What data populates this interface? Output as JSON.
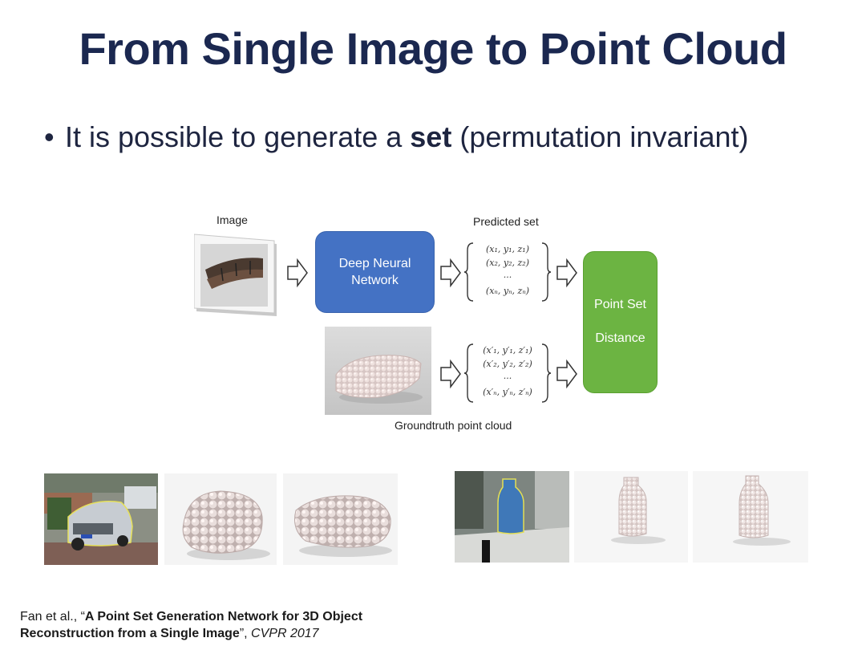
{
  "slide": {
    "title": "From Single Image to Point Cloud",
    "bullet_prefix": "It is possible to generate a",
    "bullet_bold": "set",
    "bullet_suffix": "(permutation invariant)"
  },
  "diagram": {
    "image_label": "Image",
    "dnn_line1": "Deep Neural",
    "dnn_line2": "Network",
    "predicted_label": "Predicted set",
    "predicted_rows": [
      "(x₁, y₁, z₁)",
      "(x₂, y₂, z₂)",
      "...",
      "(xₙ, yₙ, zₙ)"
    ],
    "gt_rows": [
      "(x′₁, y′₁, z′₁)",
      "(x′₂, y′₂, z′₂)",
      "...",
      "(x′ₙ, y′ₙ, z′ₙ)"
    ],
    "psd_line1": "Point Set",
    "psd_line2": "Distance",
    "gt_label": "Groundtruth point cloud"
  },
  "citation": {
    "authors": "Fan et al., “",
    "title_line1": "A Point Set Generation Network for 3D Object",
    "title_line2": "Reconstruction from a Single Image",
    "close_quote": "”, ",
    "venue": "CVPR 2017"
  },
  "colors": {
    "title": "#1b2850",
    "dnn_box": "#4472c4",
    "psd_box": "#6cb442"
  }
}
